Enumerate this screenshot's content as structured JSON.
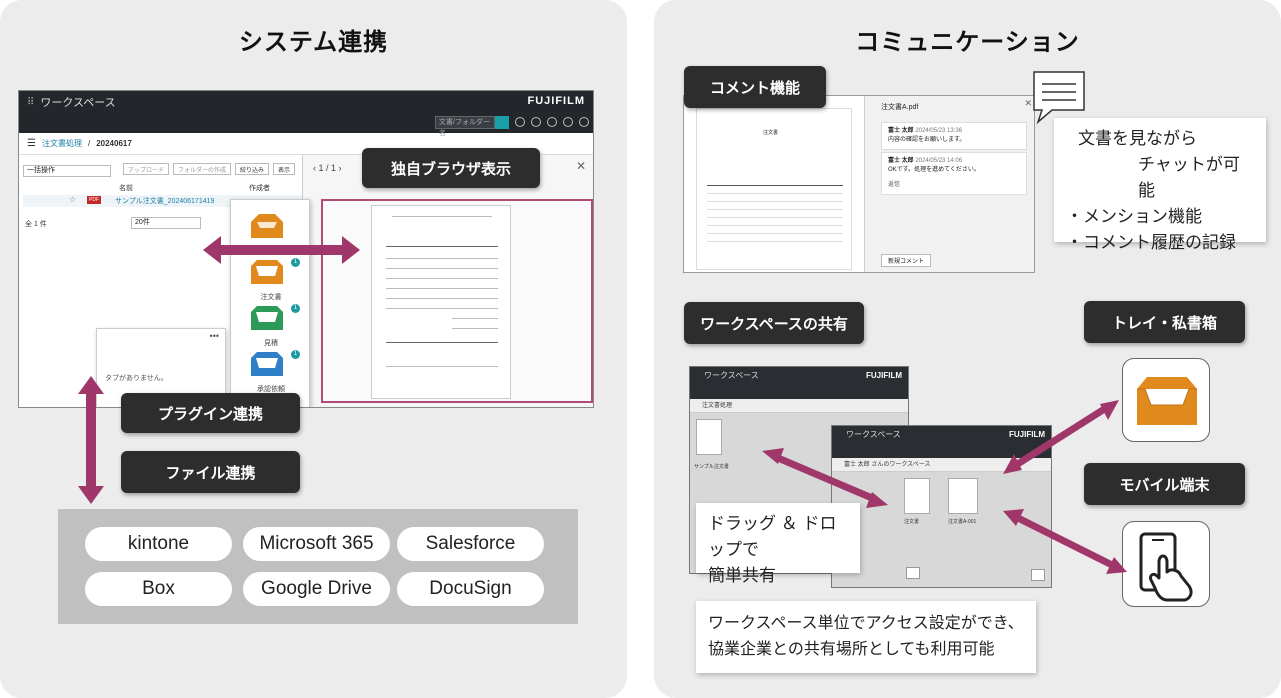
{
  "left": {
    "title": "システム連携",
    "labels": {
      "browser": "独自ブラウザ表示",
      "plugin": "プラグイン連携",
      "file": "ファイル連携"
    },
    "app": {
      "title": "ワークスペース",
      "brand": "FUJIFILM",
      "search_placeholder": "文書/フォルダー名",
      "breadcrumb_root": "注文書処理",
      "breadcrumb_sep": "/",
      "breadcrumb_current": "20240617",
      "bulk_select": "一括操作",
      "toolbar": [
        "アップロード",
        "フォルダーの作成",
        "絞り込み",
        "表示"
      ],
      "col_name": "名前",
      "col_author": "作成者",
      "file_name": "サンプル注文書_202406171419",
      "pdf": "PDF",
      "count": "全 1 件",
      "page_size": "20件",
      "pager": "1 / 1",
      "tray_labels": [
        "注文書",
        "見積",
        "承認依頼"
      ],
      "tab_empty": "タブがありません。"
    },
    "integrations": [
      "kintone",
      "Microsoft 365",
      "Salesforce",
      "Box",
      "Google Drive",
      "DocuSign"
    ]
  },
  "right": {
    "title": "コミュニケーション",
    "labels": {
      "comment": "コメント機能",
      "workspace_share": "ワークスペースの共有",
      "tray": "トレイ・私書箱",
      "mobile": "モバイル端末"
    },
    "comment_callout": {
      "line1": "文書を見ながら",
      "line2": "チャットが可能",
      "line3": "・メンション機能",
      "line4": "・コメント履歴の記録"
    },
    "comment_shot": {
      "file": "注文書A.pdf",
      "doc_title": "注文書",
      "c1_user": "富士 太郎",
      "c1_date": "2024/05/23 13:36",
      "c1_text": "内容の確認をお願いします。",
      "c2_user": "富士 太郎",
      "c2_date": "2024/05/23 14:06",
      "c2_text": "OKです。処理を進めてください。",
      "reply": "返信",
      "new_comment": "新規コメント"
    },
    "ws_shot": {
      "title": "ワークスペース",
      "brand": "FUJIFILM",
      "row1": "注文書処理",
      "row2": "富士 太郎 さんのワークスペース",
      "doc_cap": "サンプル注文書",
      "doc_cap2": "注文書",
      "doc_cap3": "注文書A-001"
    },
    "dnd_callout": {
      "line1": "ドラッグ ＆ ドロップで",
      "line2": "簡単共有"
    },
    "bottom_callout": {
      "line1": "ワークスペース単位でアクセス設定ができ、",
      "line2": "協業企業との共有場所としても利用可能"
    }
  },
  "colors": {
    "arrow": "#a0376a",
    "panel": "#ececec",
    "label": "#2d2d2d",
    "tray_orange": "#e08a1e",
    "tray_green": "#2e9a5a",
    "tray_blue": "#2e7ec8"
  }
}
